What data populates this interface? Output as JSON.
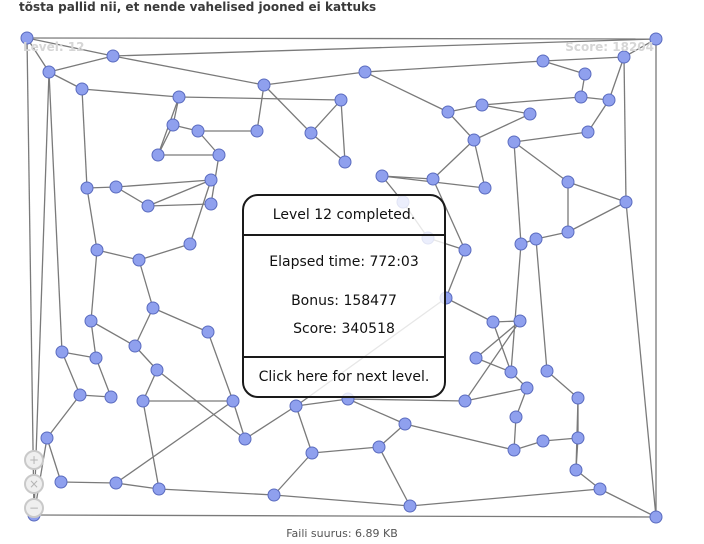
{
  "instruction": "tõsta pallid nii, et nende vahelised jooned ei kattuks",
  "hud": {
    "level": "Level: 12",
    "score": "Score: 18204"
  },
  "dialog": {
    "title": "Level 12 completed.",
    "elapsed": "Elapsed time: 772:03",
    "bonus": "Bonus: 158477",
    "score": "Score: 340518",
    "next": "Click here for next level."
  },
  "controls": [
    {
      "name": "zoom-in-icon",
      "glyph": "+"
    },
    {
      "name": "close-icon",
      "glyph": "×"
    },
    {
      "name": "reset-icon",
      "glyph": "−"
    }
  ],
  "footer": "Faili suurus: 6.89 KB",
  "colors": {
    "node_fill": "#8fa0ee",
    "node_stroke": "#5a6bbf",
    "edge": "#7a7a7a"
  }
}
